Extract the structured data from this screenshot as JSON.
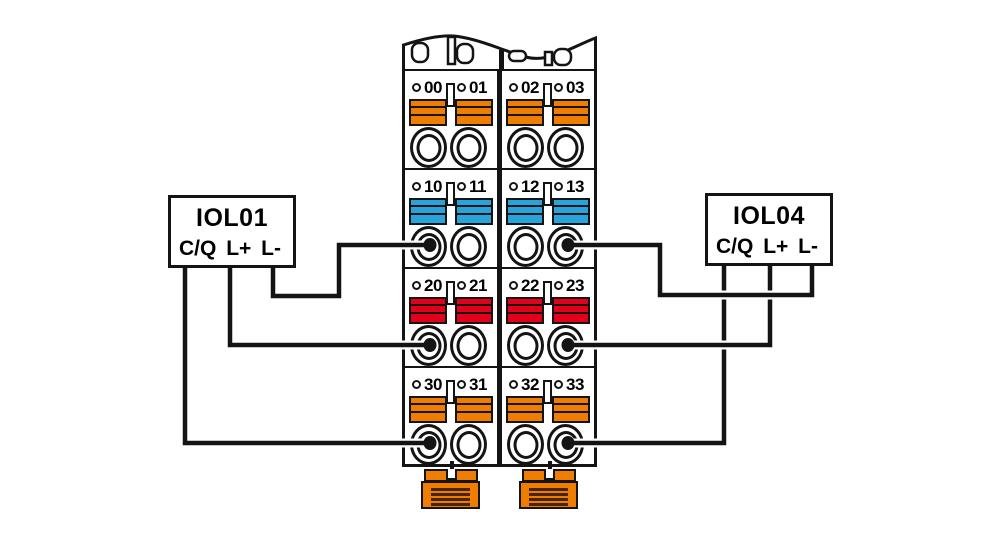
{
  "module": {
    "description": "dual-channel terminal block with LED-labelled spring clamp terminals",
    "rows": [
      {
        "color_name": "orange",
        "color": "#EF7D00",
        "cells": [
          "00",
          "01",
          "02",
          "03"
        ]
      },
      {
        "color_name": "blue",
        "color": "#29A3DC",
        "cells": [
          "10",
          "11",
          "12",
          "13"
        ]
      },
      {
        "color_name": "red",
        "color": "#E2001A",
        "cells": [
          "20",
          "21",
          "22",
          "23"
        ]
      },
      {
        "color_name": "orange",
        "color": "#EF7D00",
        "cells": [
          "30",
          "31",
          "32",
          "33"
        ]
      }
    ]
  },
  "devices": {
    "left": {
      "name": "IOL01",
      "terminals": [
        "C/Q",
        "L+",
        "L-"
      ]
    },
    "right": {
      "name": "IOL04",
      "terminals": [
        "C/Q",
        "L+",
        "L-"
      ]
    }
  },
  "connections": [
    {
      "from": "IOL01.L-",
      "to": "10"
    },
    {
      "from": "IOL01.L+",
      "to": "20"
    },
    {
      "from": "IOL01.C/Q",
      "to": "30"
    },
    {
      "from": "IOL04.L-",
      "to": "13"
    },
    {
      "from": "IOL04.L+",
      "to": "23"
    },
    {
      "from": "IOL04.C/Q",
      "to": "33"
    }
  ],
  "colors": {
    "outline": "#141414",
    "wire_core": "#141414",
    "wire_casing": "#ffffff",
    "clamp_orange": "#EF7D00",
    "clamp_blue": "#29A3DC",
    "clamp_red": "#E2001A",
    "connector_orange": "#EF7D00",
    "connector_slot_lines": "#4a2300",
    "background": "#ffffff"
  }
}
